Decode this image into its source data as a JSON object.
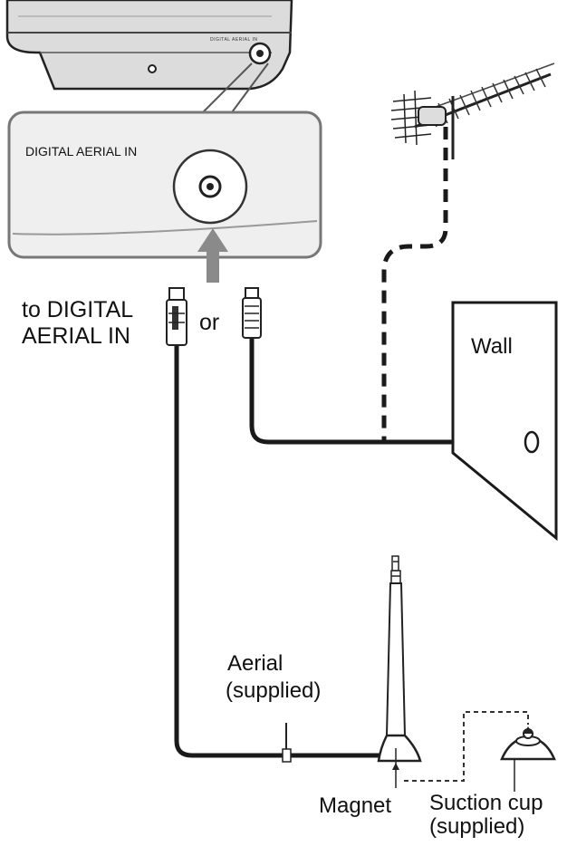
{
  "device": {
    "port_label_small": "DIGITAL AERIAL IN",
    "port_label": "DIGITAL AERIAL IN"
  },
  "connectors": {
    "to_label_line1": "to DIGITAL",
    "to_label_line2": "AERIAL IN",
    "or_label": "or"
  },
  "wall": {
    "label": "Wall"
  },
  "aerial": {
    "label_line1": "Aerial",
    "label_line2": "(supplied)"
  },
  "magnet": {
    "label": "Magnet"
  },
  "suction_cup": {
    "label_line1": "Suction cup",
    "label_line2": "(supplied)"
  },
  "colors": {
    "line": "#1a1a1a",
    "device_fill": "#e6e6e6",
    "panel_fill": "#f2f2f2",
    "arrow": "#8a8a8a"
  }
}
